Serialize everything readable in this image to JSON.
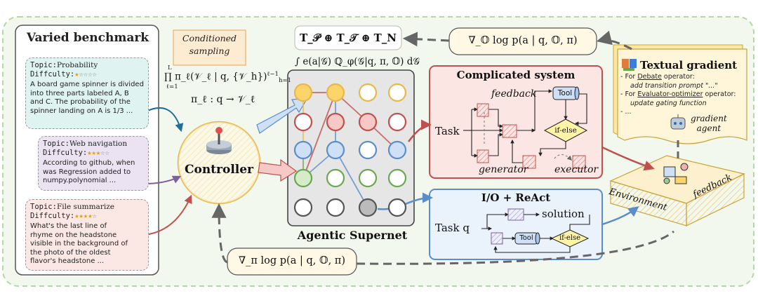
{
  "benchmark": {
    "title": "Varied benchmark",
    "topic_label": "Topic:",
    "difficulty_label": "Diffculty:",
    "cards": [
      {
        "topic": "Probability",
        "stars_filled": 1,
        "stars_total": 5,
        "lines": [
          "A board game spinner is divided",
          "into three parts labeled A, B",
          "and C. The probability of the",
          "spinner landing on A is 1/3 ..."
        ]
      },
      {
        "topic": "Web navigation",
        "stars_filled": 3,
        "stars_total": 5,
        "lines": [
          "According to github, when",
          "was Regression added to",
          "numpy.polynomial  ..."
        ]
      },
      {
        "topic": "File summarize",
        "stars_filled": 4,
        "stars_total": 5,
        "lines": [
          "What's the last line of",
          "rhyme on the headstone",
          "visible in the background of",
          "the photo of the oldest",
          "flavor's headstone ..."
        ]
      }
    ]
  },
  "conditioned_sampling": {
    "line1": "Conditioned",
    "line2": "sampling"
  },
  "formulas": {
    "product": "∏ π_ℓ(𝒱_ℓ | q, {𝒱_h})",
    "product_sup": "L",
    "product_sub": "ℓ=1",
    "product_hsup": "ℓ−1",
    "product_hsub": "h=1",
    "policy": "π_ℓ : q → 𝒱_ℓ",
    "integral": "∫ e(a|𝒢) ℚ_φ(𝒢|q, π, 𝕆) d𝒢",
    "ops": "T_𝒫 ⊕ T_𝒯 ⊕ T_N",
    "grad_o": "∇_𝕆 log p(a | q, 𝕆, π)",
    "grad_pi": "∇_π log p(a | q, 𝕆, π)"
  },
  "controller": {
    "label": "Controller"
  },
  "supernet": {
    "label": "Agentic Supernet"
  },
  "complicated_system": {
    "title": "Complicated system",
    "feedback": "feedback",
    "tool": "Tool",
    "task": "Task",
    "ifelse": "if-else",
    "generator": "generator",
    "executor": "executor"
  },
  "io_react": {
    "title": "I/O + ReAct",
    "task": "Task q",
    "solution": "solution",
    "tool": "Tool",
    "ifelse": "if-else"
  },
  "textual_gradient": {
    "title": "Textual gradient",
    "lines": [
      {
        "prefix": "- For ",
        "underlined": "Debate",
        "suffix": " operator:"
      },
      {
        "indent": true,
        "text": "add transition prompt \"...\""
      },
      {
        "prefix": "- For ",
        "underlined": "Evaluator-optimizer",
        "suffix": " operator:"
      },
      {
        "indent": true,
        "text": "update gating function"
      },
      {
        "prefix": "- ...",
        "underlined": "",
        "suffix": ""
      }
    ],
    "agent_line1": "gradient",
    "agent_line2": "agent"
  },
  "environment": {
    "label": "Environment",
    "feedback": "feedback"
  },
  "colors": {
    "outer_bg": "#f3f8ee",
    "outer_border": "#b5d6a5",
    "card_teal": "#dff3f1",
    "card_purple": "#ece3f2",
    "card_pink": "#fbe8e4",
    "orange_node": "#fcd46a",
    "red_node": "#f6c9c6",
    "blue_node": "#cfe0f6",
    "green_node": "#d6ecc8",
    "system_red_bg": "#fbe6e4",
    "system_red_border": "#c0504d",
    "react_blue_bg": "#eaf2fb",
    "react_blue_border": "#5b8ec9",
    "grad_bg": "#fff6d9"
  }
}
